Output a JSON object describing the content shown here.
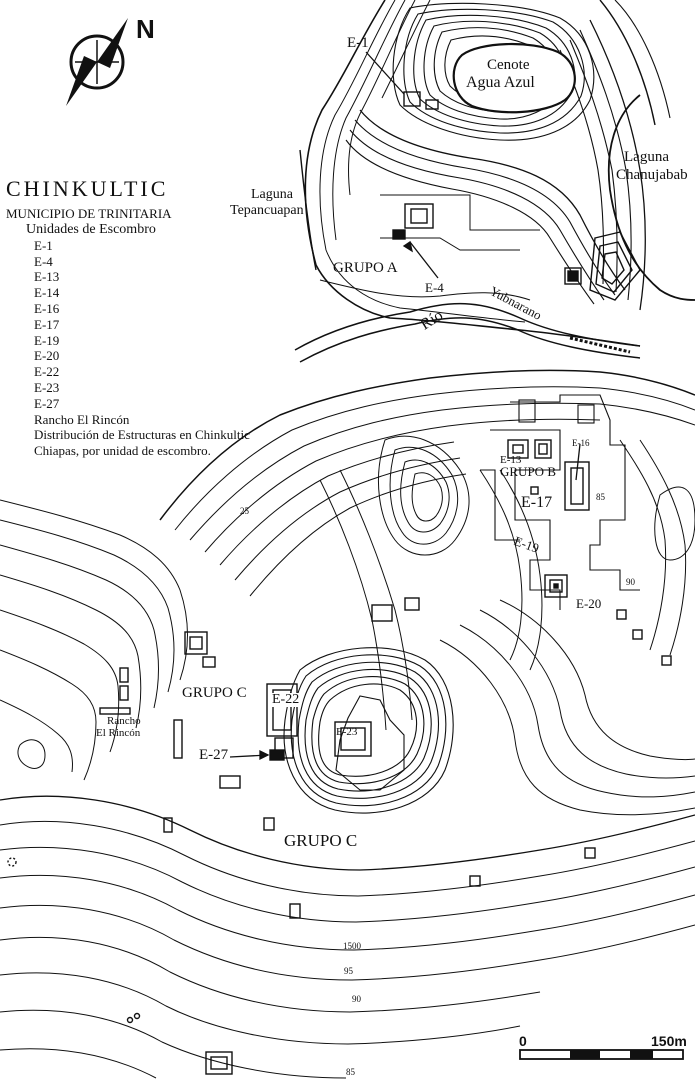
{
  "title": "CHINKULTIC",
  "subtitle": "MUNICIPIO DE TRINITARIA",
  "legend": {
    "heading": "Unidades de Escombro",
    "units": [
      "E-1",
      "E-4",
      "E-13",
      "E-14",
      "E-16",
      "E-17",
      "E-19",
      "E-20",
      "E-22",
      "E-23",
      "E-27"
    ],
    "extra_lines": [
      "Rancho El Rincón",
      "Distribución de Estructuras en Chinkultic",
      "Chiapas, por unidad de escombro."
    ]
  },
  "north_label": "N",
  "map_labels": {
    "e1": "E-1",
    "cenote_line1": "Cenote",
    "cenote_line2": "Agua Azul",
    "chanujabab_line1": "Laguna",
    "chanujabab_line2": "Chanujabab",
    "tepancuapan_line1": "Laguna",
    "tepancuapan_line2": "Tepancuapan",
    "grupo_a": "GRUPO A",
    "e4": "E-4",
    "rio": "Río",
    "yubnarano": "Yubnarano",
    "e13": "E-13",
    "e16": "E-16",
    "grupo_b": "GRUPO B",
    "e17": "E-17",
    "e19": "E-19",
    "e20": "E-20",
    "grupo_c_upper": "GRUPO C",
    "e22": "E-22",
    "e23": "E-23",
    "e27": "E-27",
    "rancho_line1": "Rancho",
    "rancho_line2": "El Rincón",
    "grupo_c_lower": "GRUPO C",
    "contour_25": "25",
    "contour_85_east": "85",
    "contour_90_east": "90",
    "contour_1500": "1500",
    "contour_95": "95",
    "contour_90": "90",
    "contour_85": "85"
  },
  "scale_bar": {
    "start_label": "0",
    "end_label": "150m"
  },
  "colors": {
    "ink": "#111111",
    "paper": "#ffffff"
  }
}
